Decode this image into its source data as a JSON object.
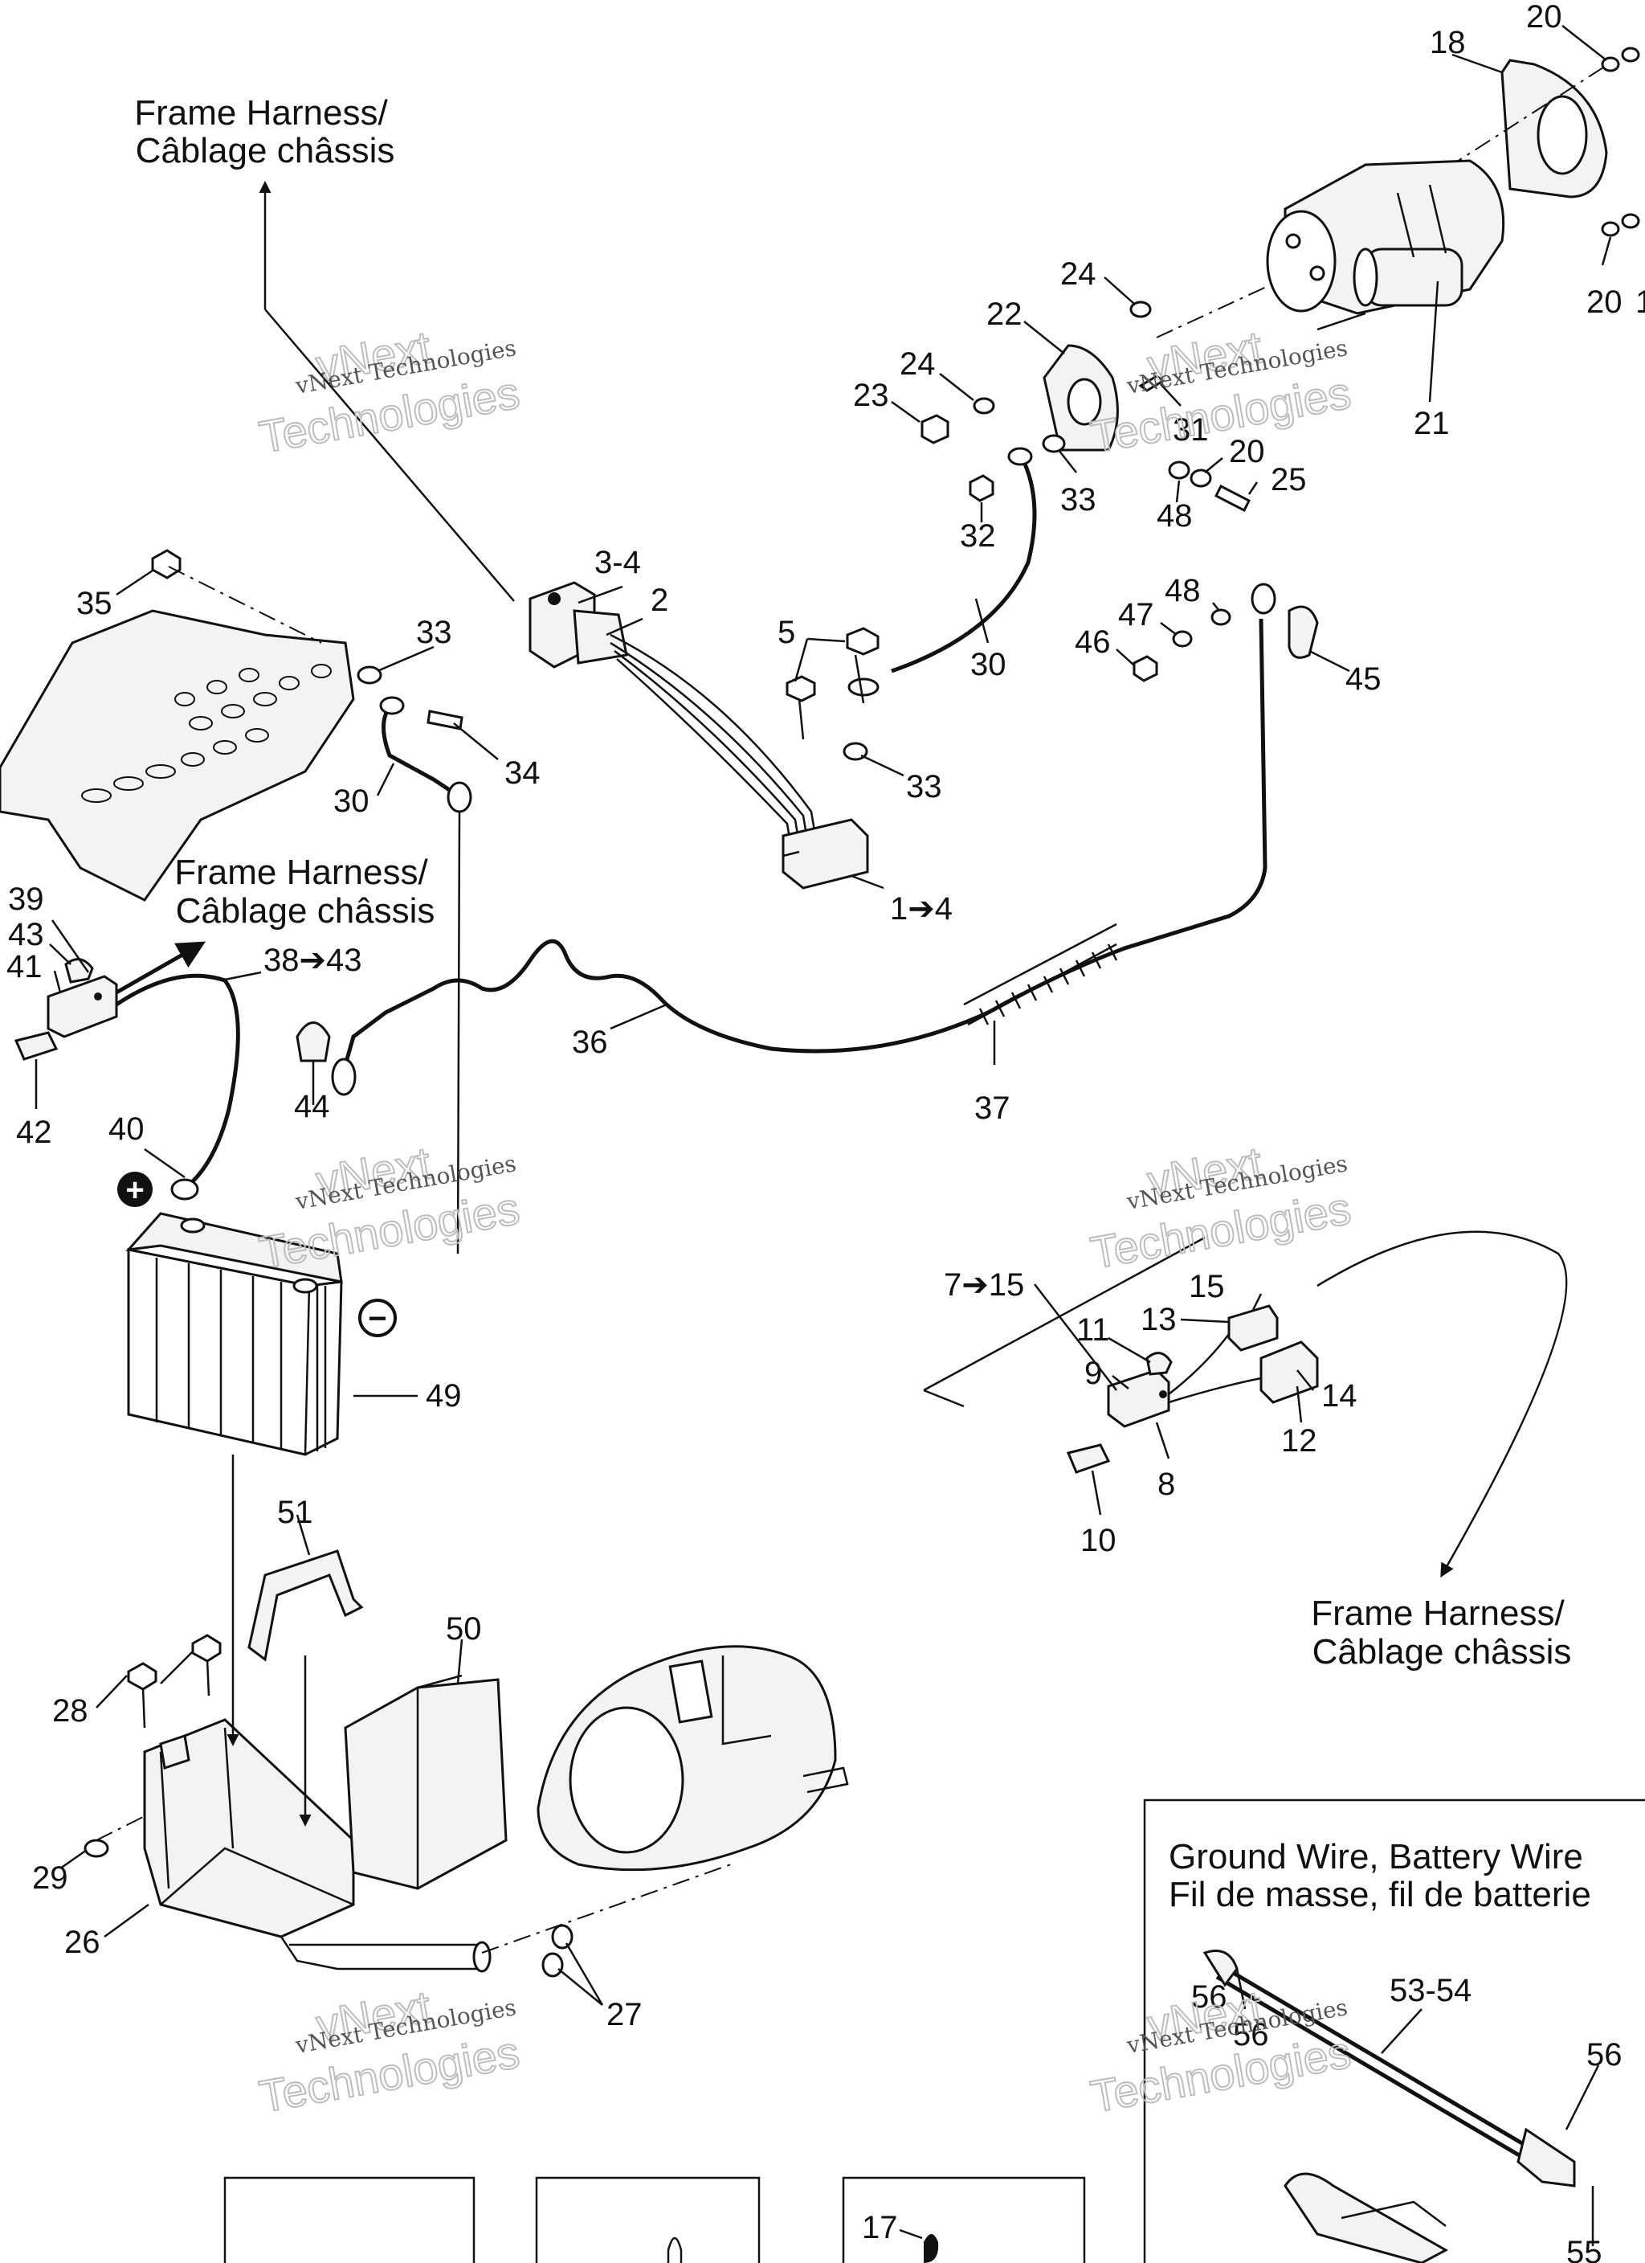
{
  "callouts": [
    {
      "id": "c20a",
      "text": "20"
    },
    {
      "id": "c18",
      "text": "18"
    },
    {
      "id": "c20b",
      "text": "20"
    },
    {
      "id": "c1r",
      "text": "1"
    },
    {
      "id": "c24a",
      "text": "24"
    },
    {
      "id": "c22",
      "text": "22"
    },
    {
      "id": "c24b",
      "text": "24"
    },
    {
      "id": "c23",
      "text": "23"
    },
    {
      "id": "c21",
      "text": "21"
    },
    {
      "id": "c31",
      "text": "31"
    },
    {
      "id": "c20c",
      "text": "20"
    },
    {
      "id": "c25",
      "text": "25"
    },
    {
      "id": "c33a",
      "text": "33"
    },
    {
      "id": "c48a",
      "text": "48"
    },
    {
      "id": "c32",
      "text": "32"
    },
    {
      "id": "c3_4",
      "text": "3-4"
    },
    {
      "id": "c2",
      "text": "2"
    },
    {
      "id": "c5",
      "text": "5"
    },
    {
      "id": "c30a",
      "text": "30"
    },
    {
      "id": "c48b",
      "text": "48"
    },
    {
      "id": "c47",
      "text": "47"
    },
    {
      "id": "c46",
      "text": "46"
    },
    {
      "id": "c45",
      "text": "45"
    },
    {
      "id": "c33b",
      "text": "33"
    },
    {
      "id": "c1_4",
      "text": "1➔4"
    },
    {
      "id": "c35",
      "text": "35"
    },
    {
      "id": "c33c",
      "text": "33"
    },
    {
      "id": "c34",
      "text": "34"
    },
    {
      "id": "c30b",
      "text": "30"
    },
    {
      "id": "c39",
      "text": "39"
    },
    {
      "id": "c43",
      "text": "43"
    },
    {
      "id": "c41",
      "text": "41"
    },
    {
      "id": "c38_43",
      "text": "38➔43"
    },
    {
      "id": "c42",
      "text": "42"
    },
    {
      "id": "c44",
      "text": "44"
    },
    {
      "id": "c36",
      "text": "36"
    },
    {
      "id": "c37",
      "text": "37"
    },
    {
      "id": "c40",
      "text": "40"
    },
    {
      "id": "c49",
      "text": "49"
    },
    {
      "id": "c7_15",
      "text": "7➔15"
    },
    {
      "id": "c15",
      "text": "15"
    },
    {
      "id": "c13",
      "text": "13"
    },
    {
      "id": "c11",
      "text": "11"
    },
    {
      "id": "c9",
      "text": "9"
    },
    {
      "id": "c14",
      "text": "14"
    },
    {
      "id": "c12",
      "text": "12"
    },
    {
      "id": "c8",
      "text": "8"
    },
    {
      "id": "c10",
      "text": "10"
    },
    {
      "id": "c51",
      "text": "51"
    },
    {
      "id": "c50",
      "text": "50"
    },
    {
      "id": "c28",
      "text": "28"
    },
    {
      "id": "c29",
      "text": "29"
    },
    {
      "id": "c26",
      "text": "26"
    },
    {
      "id": "c27",
      "text": "27"
    },
    {
      "id": "c53_54",
      "text": "53-54"
    },
    {
      "id": "c56a",
      "text": "56"
    },
    {
      "id": "c56b",
      "text": "56"
    },
    {
      "id": "c56c",
      "text": "56"
    },
    {
      "id": "c55",
      "text": "55"
    },
    {
      "id": "c17",
      "text": "17"
    }
  ],
  "notes": {
    "frame_harness_top": [
      "Frame Harness/",
      "Câblage châssis"
    ],
    "frame_harness_mid": [
      "Frame Harness/",
      "Câblage châssis"
    ],
    "frame_harness_right": [
      "Frame Harness/",
      "Câblage châssis"
    ],
    "ground_wire_box": [
      "Ground Wire, Battery Wire",
      "Fil de masse, fil de batterie"
    ]
  },
  "battery": {
    "plus_symbol": "+",
    "minus_symbol": "−"
  },
  "watermarks": [
    {
      "line1": "vNext Technologies",
      "outline": "Technologies",
      "outline_top": "vNext"
    },
    {
      "line1": "vNext Technologies",
      "outline": "Technologies",
      "outline_top": "vNext"
    },
    {
      "line1": "vNext Technologies",
      "outline": "Technologies",
      "outline_top": "vNext"
    },
    {
      "line1": "vNext Technologies",
      "outline": "Technologies",
      "outline_top": "vNext"
    },
    {
      "line1": "vNext Technologies",
      "outline": "Technologies",
      "outline_top": "vNext"
    },
    {
      "line1": "vNext Technologies",
      "outline": "Technologies",
      "outline_top": "vNext"
    }
  ],
  "icons": {
    "arrow": "arrow-icon",
    "plus": "plus-icon",
    "minus": "minus-icon",
    "drop": "oil-drop-icon"
  }
}
